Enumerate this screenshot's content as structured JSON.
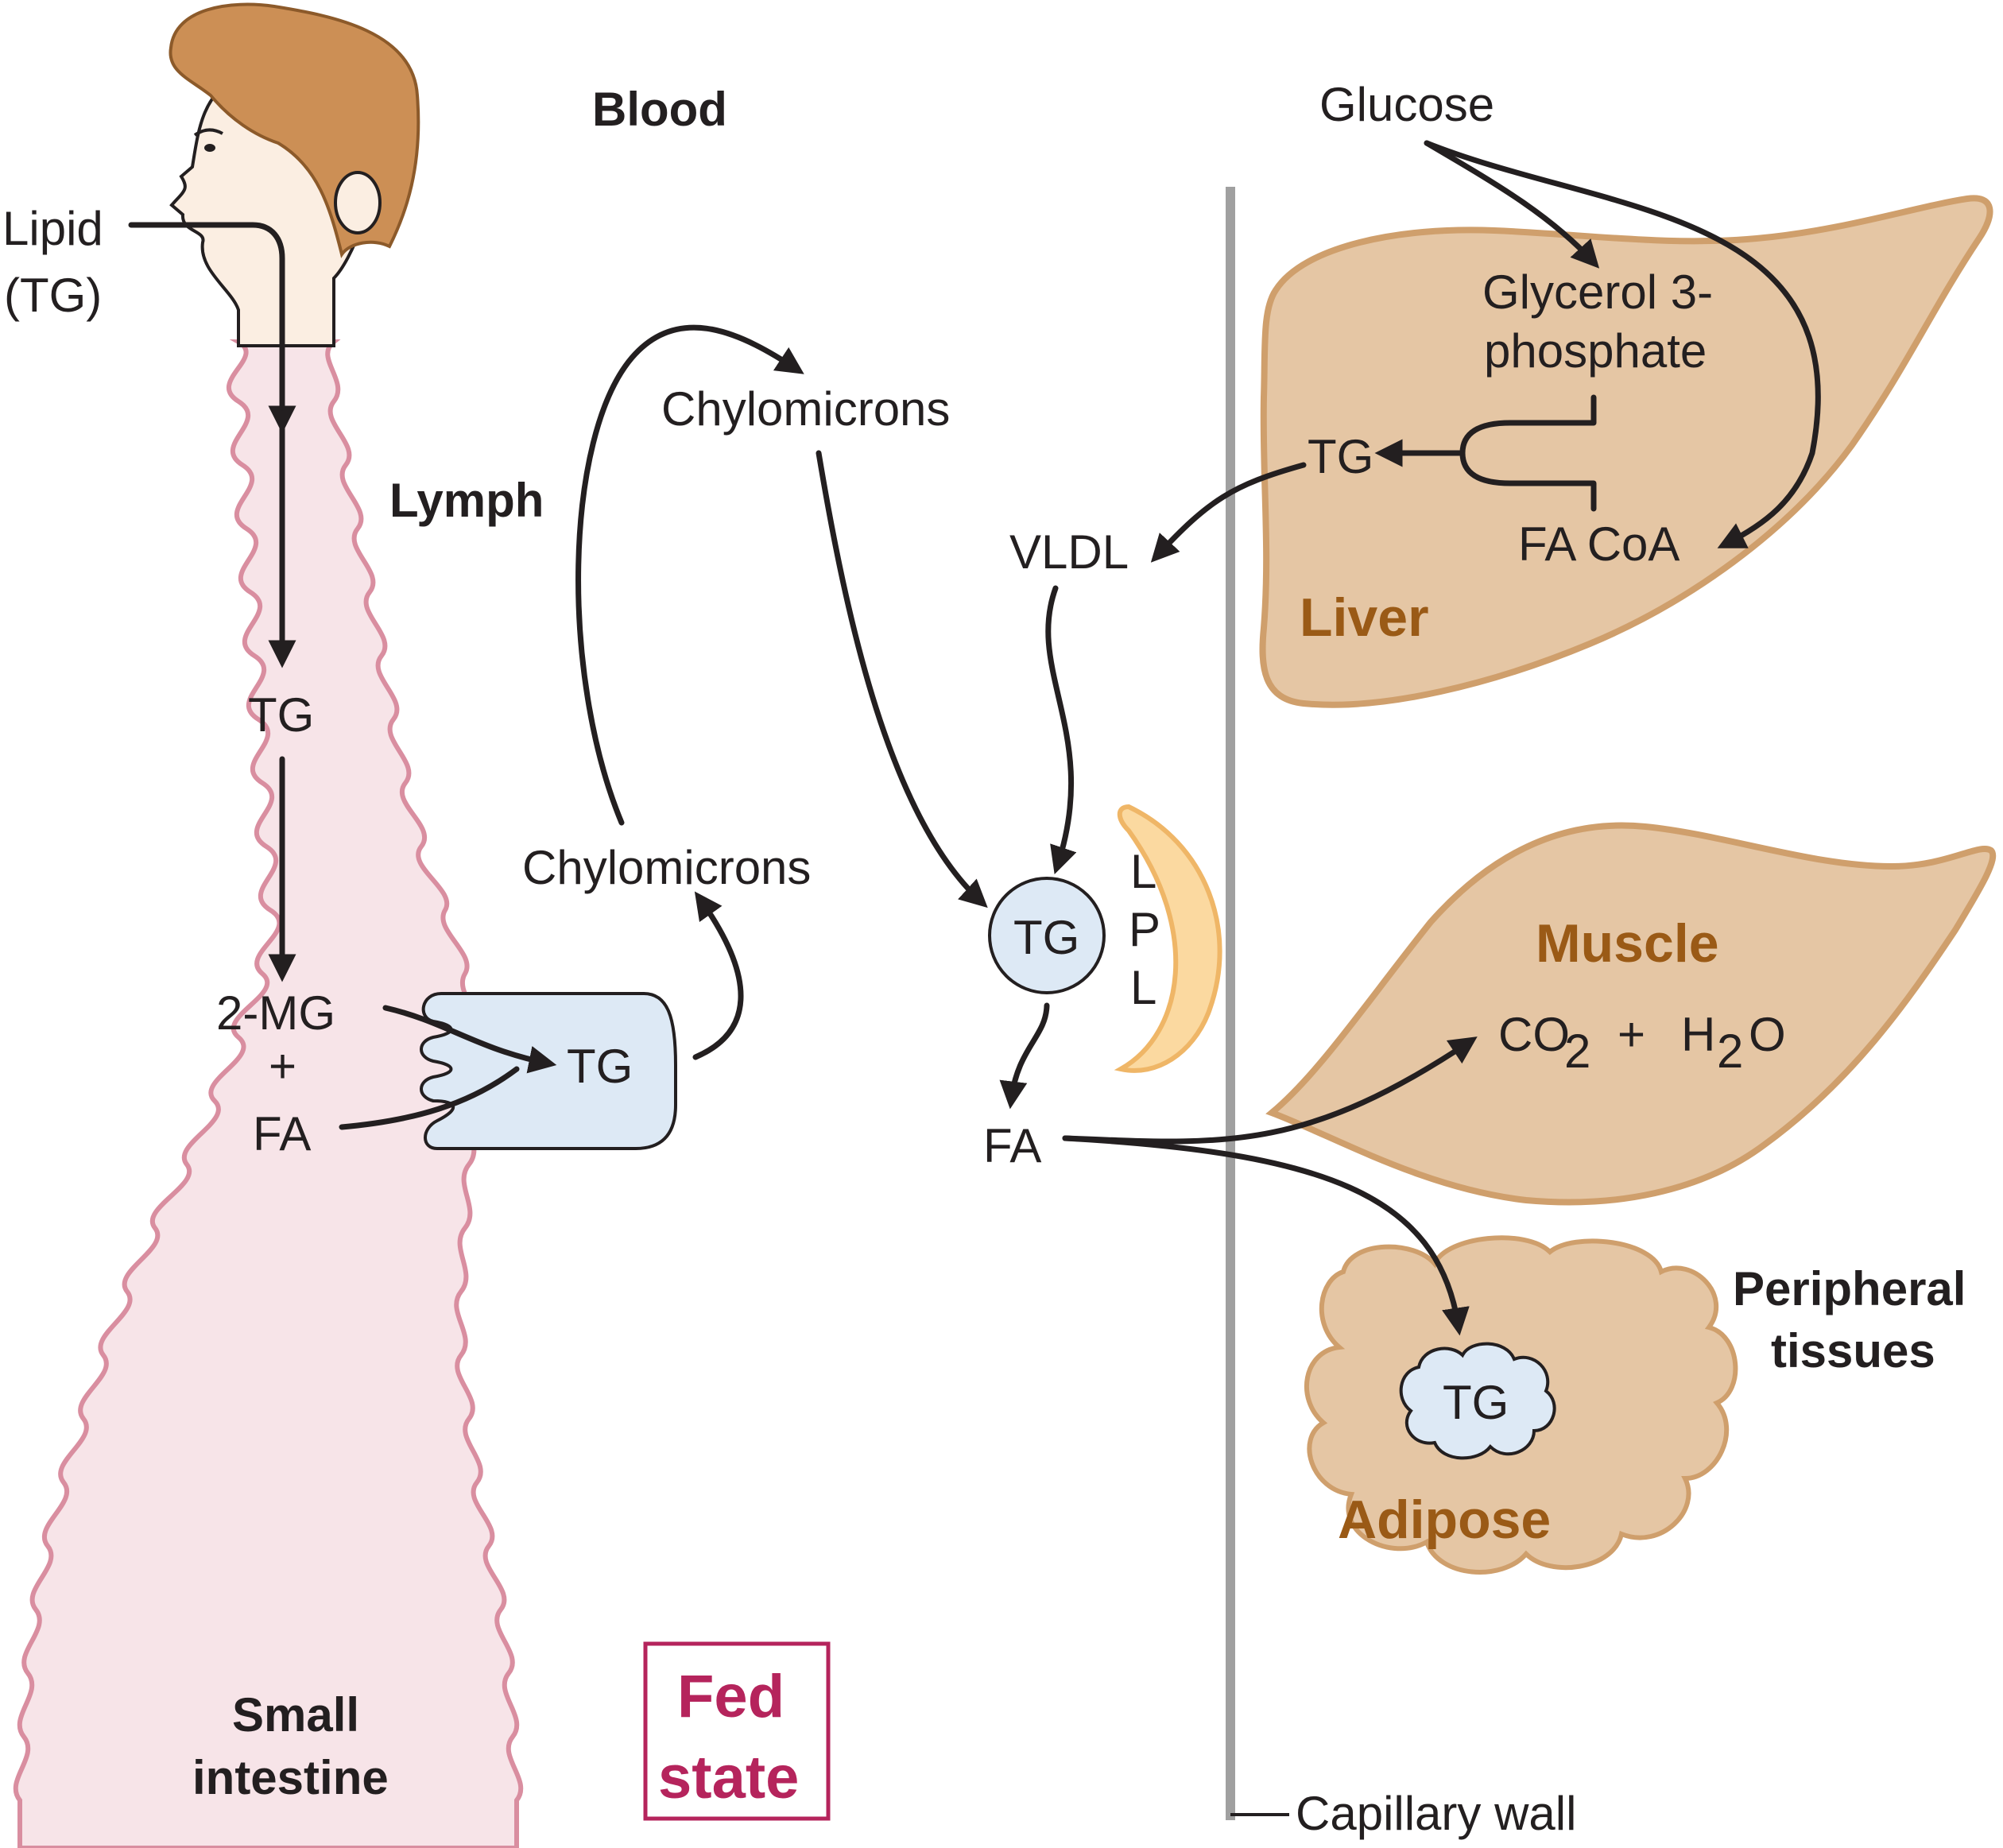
{
  "labels": {
    "blood": "Blood",
    "lymph": "Lymph",
    "lipid": "Lipid",
    "lipid_tg": "(TG)",
    "tg_lumen": "TG",
    "mg2": "2-MG",
    "plus": "+",
    "fa_lumen": "FA",
    "tg_enterocyte": "TG",
    "chylo_lower": "Chylomicrons",
    "chylo_upper": "Chylomicrons",
    "small_intestine_1": "Small",
    "small_intestine_2": "intestine",
    "fed_1": "Fed",
    "fed_2": "state",
    "vldl": "VLDL",
    "tg_blood": "TG",
    "lpl_l1": "L",
    "lpl_p": "P",
    "lpl_l2": "L",
    "fa_blood": "FA",
    "capillary_wall": "Capillary wall",
    "glucose": "Glucose",
    "glycerol_1": "Glycerol 3-",
    "glycerol_2": "phosphate",
    "tg_liver": "TG",
    "fa_coa": "FA CoA",
    "liver": "Liver",
    "muscle": "Muscle",
    "co2": "CO",
    "co2_sub": "2",
    "plus2": "+",
    "h2o_h": "H",
    "h2o_sub": "2",
    "h2o_o": "O",
    "peripheral_1": "Peripheral",
    "peripheral_2": "tissues",
    "tg_adipose": "TG",
    "adipose": "Adipose"
  },
  "colors": {
    "intestine_fill": "#f7e4e8",
    "intestine_stroke": "#d98ea0",
    "organ_fill": "#e5c6a4",
    "organ_stroke": "#cf9f6c",
    "organ_text": "#9a5a16",
    "cell_fill": "#dde9f5",
    "lpl_fill": "#fbd9a0",
    "lpl_stroke": "#efb667",
    "hair": "#cc8f55",
    "skin": "#fbeee2",
    "wall": "#a0a0a0",
    "fed_state": "#b5245c"
  }
}
